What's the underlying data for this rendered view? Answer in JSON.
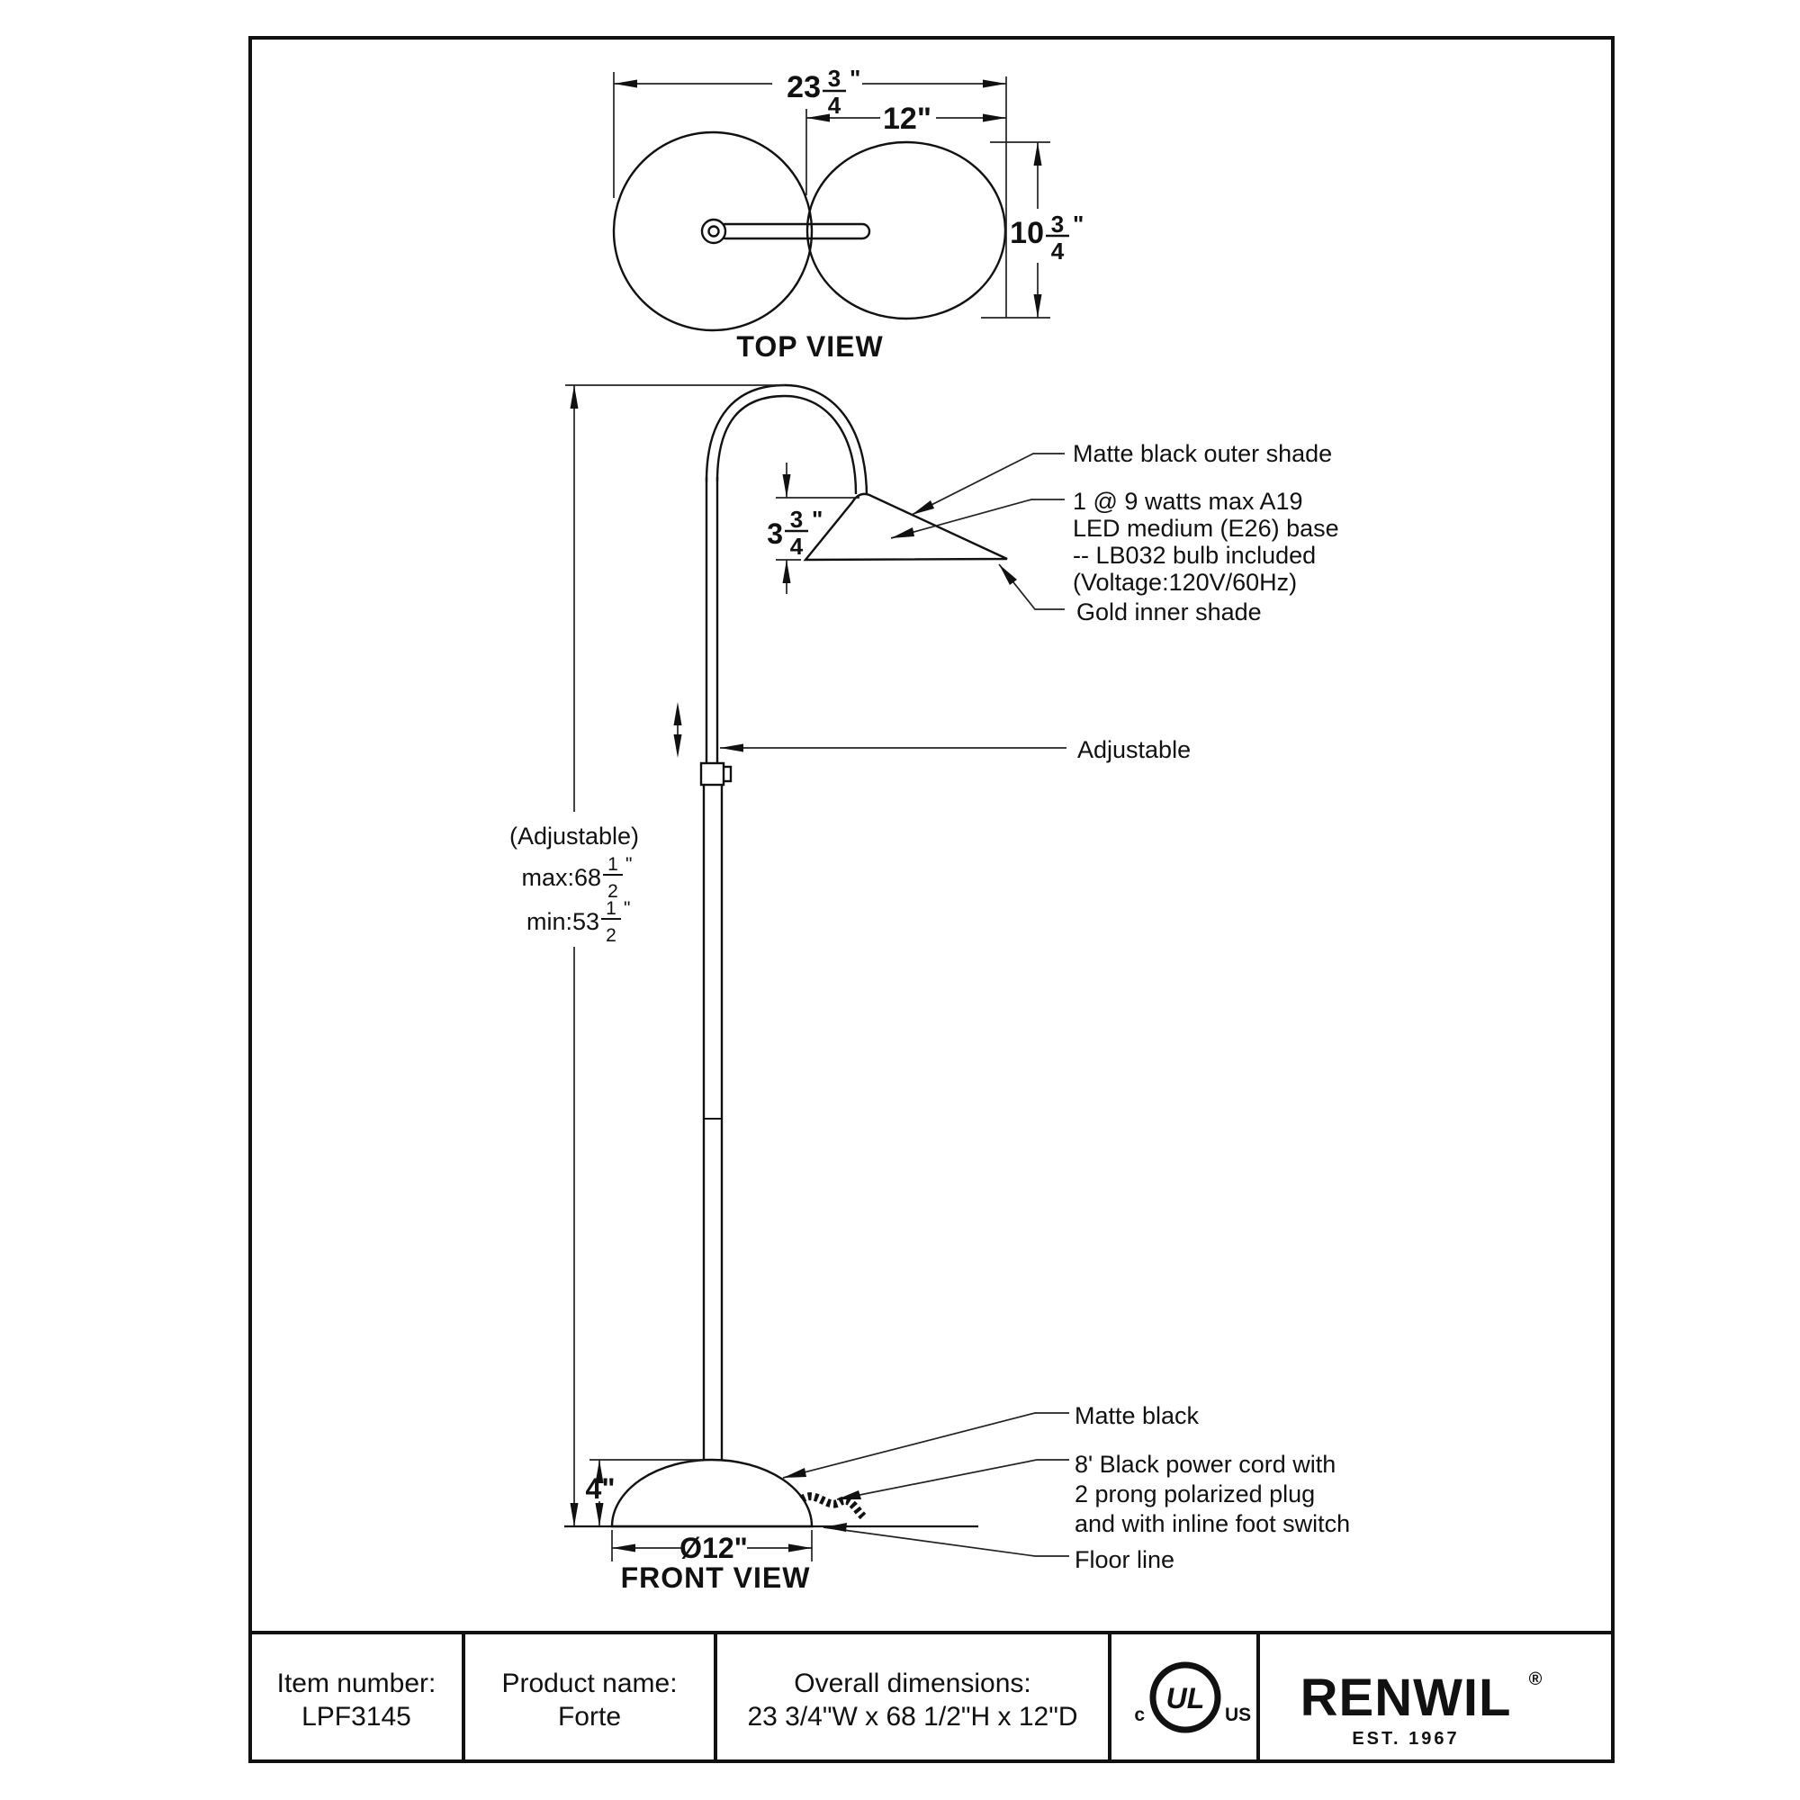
{
  "drawing": {
    "views": {
      "top": "TOP VIEW",
      "front": "FRONT VIEW"
    },
    "dimensions": {
      "top_width": {
        "whole": "23",
        "num": "3",
        "den": "4",
        "unit": "\""
      },
      "arm_length": "12\"",
      "shade_depth": {
        "whole": "10",
        "num": "3",
        "den": "4",
        "unit": "\""
      },
      "shade_height": {
        "whole": "3",
        "num": "3",
        "den": "4",
        "unit": "\""
      },
      "base_height": "4\"",
      "base_diameter": "Ø12\"",
      "height_note": "(Adjustable)",
      "height_max": {
        "prefix": "max:68",
        "num": "1",
        "den": "2",
        "unit": "\""
      },
      "height_min": {
        "prefix": "min:53",
        "num": "1",
        "den": "2",
        "unit": "\""
      }
    },
    "callouts": {
      "outer_shade": "Matte black outer shade",
      "bulb1": "1 @ 9 watts max A19",
      "bulb2": "LED medium (E26) base",
      "bulb3": "-- LB032 bulb included",
      "bulb4": "(Voltage:120V/60Hz)",
      "inner_shade": "Gold inner shade",
      "adjustable": "Adjustable",
      "base_finish": "Matte black",
      "cord1": "8' Black power cord with",
      "cord2": "2 prong polarized plug",
      "cord3": "and with inline foot switch",
      "floor": "Floor line"
    }
  },
  "title_block": {
    "item_label": "Item number:",
    "item_value": "LPF3145",
    "product_label": "Product name:",
    "product_value": "Forte",
    "dims_label": "Overall dimensions:",
    "dims_value": "23 3/4\"W x 68 1/2\"H x 12\"D",
    "ul": {
      "c": "c",
      "ul": "UL",
      "us": "US"
    },
    "brand": {
      "name": "RENWIL",
      "reg": "®",
      "est": "EST. 1967"
    }
  }
}
